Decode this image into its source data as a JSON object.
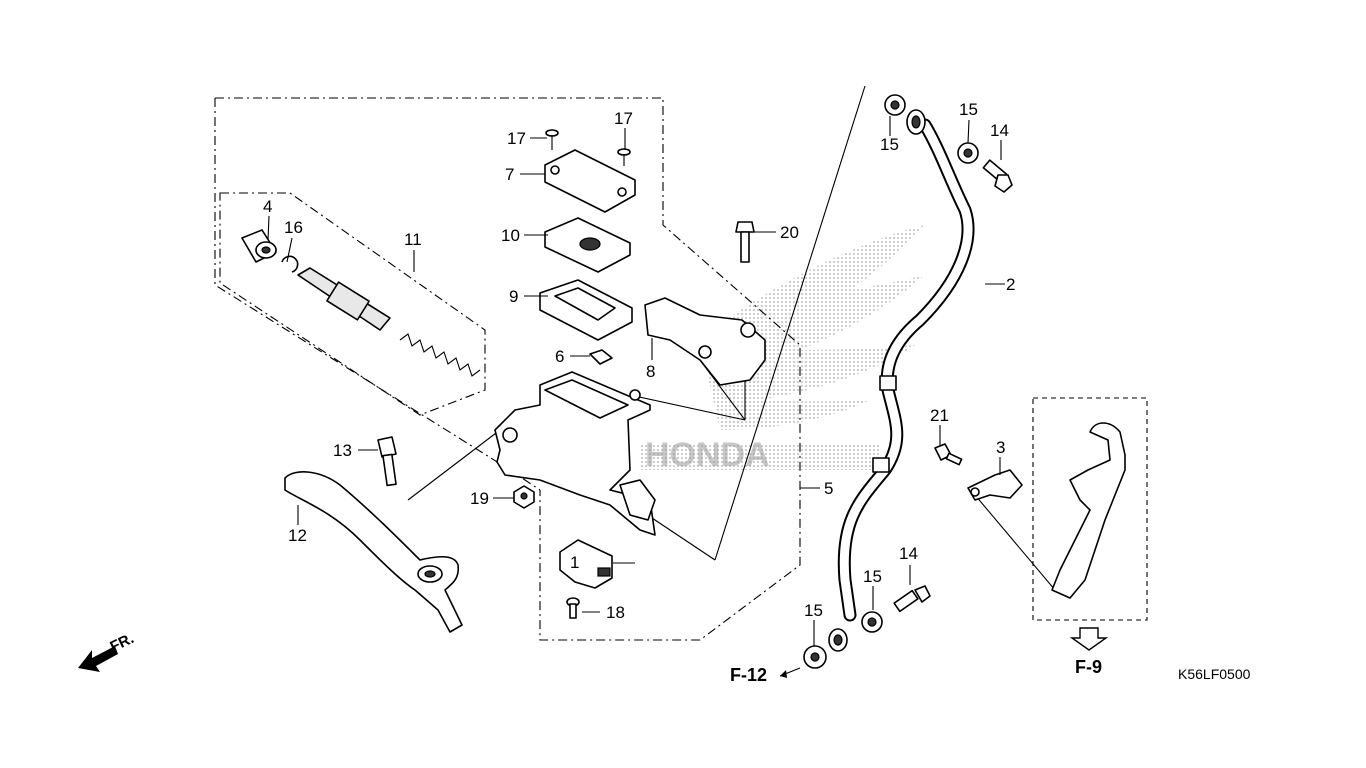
{
  "callouts": {
    "c1": "1",
    "c2": "2",
    "c3": "3",
    "c4": "4",
    "c5": "5",
    "c6": "6",
    "c7": "7",
    "c8": "8",
    "c9": "9",
    "c10": "10",
    "c11": "11",
    "c12": "12",
    "c13": "13",
    "c14a": "14",
    "c14b": "14",
    "c15a": "15",
    "c15b": "15",
    "c15c": "15",
    "c15d": "15",
    "c16": "16",
    "c17a": "17",
    "c17b": "17",
    "c18": "18",
    "c19": "19",
    "c20": "20",
    "c21": "21"
  },
  "refs": {
    "f12": "F-12",
    "f9": "F-9"
  },
  "direction": {
    "fr": "FR."
  },
  "diagram_code": "K56LF0500",
  "watermark": {
    "brand": "HONDA",
    "color": "#9a9a9a"
  }
}
